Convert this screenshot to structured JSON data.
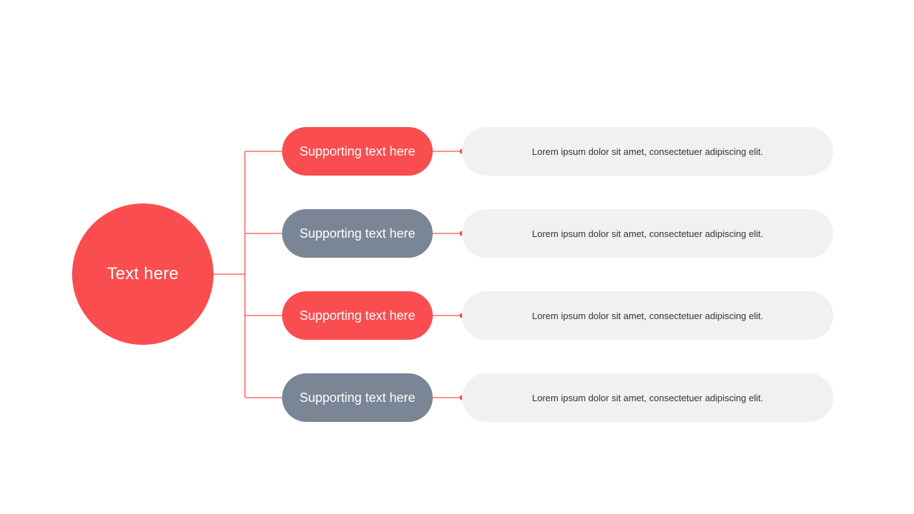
{
  "colors": {
    "accent": "#fa4d4f",
    "slate": "#7a8595",
    "desc_bg": "#f0f1f3",
    "connector": "#fa4d4f"
  },
  "root": {
    "label": "Text here"
  },
  "branches": [
    {
      "label": "Supporting text here",
      "color": "#fa4d4f",
      "description": "Lorem ipsum  dolor sit amet, consectetuer adipiscing  elit."
    },
    {
      "label": "Supporting text here",
      "color": "#7a8595",
      "description": "Lorem ipsum  dolor sit amet, consectetuer adipiscing  elit."
    },
    {
      "label": "Supporting text here",
      "color": "#fa4d4f",
      "description": "Lorem ipsum  dolor sit amet, consectetuer adipiscing  elit."
    },
    {
      "label": "Supporting text here",
      "color": "#7a8595",
      "description": "Lorem ipsum  dolor sit amet, consectetuer adipiscing  elit."
    }
  ]
}
